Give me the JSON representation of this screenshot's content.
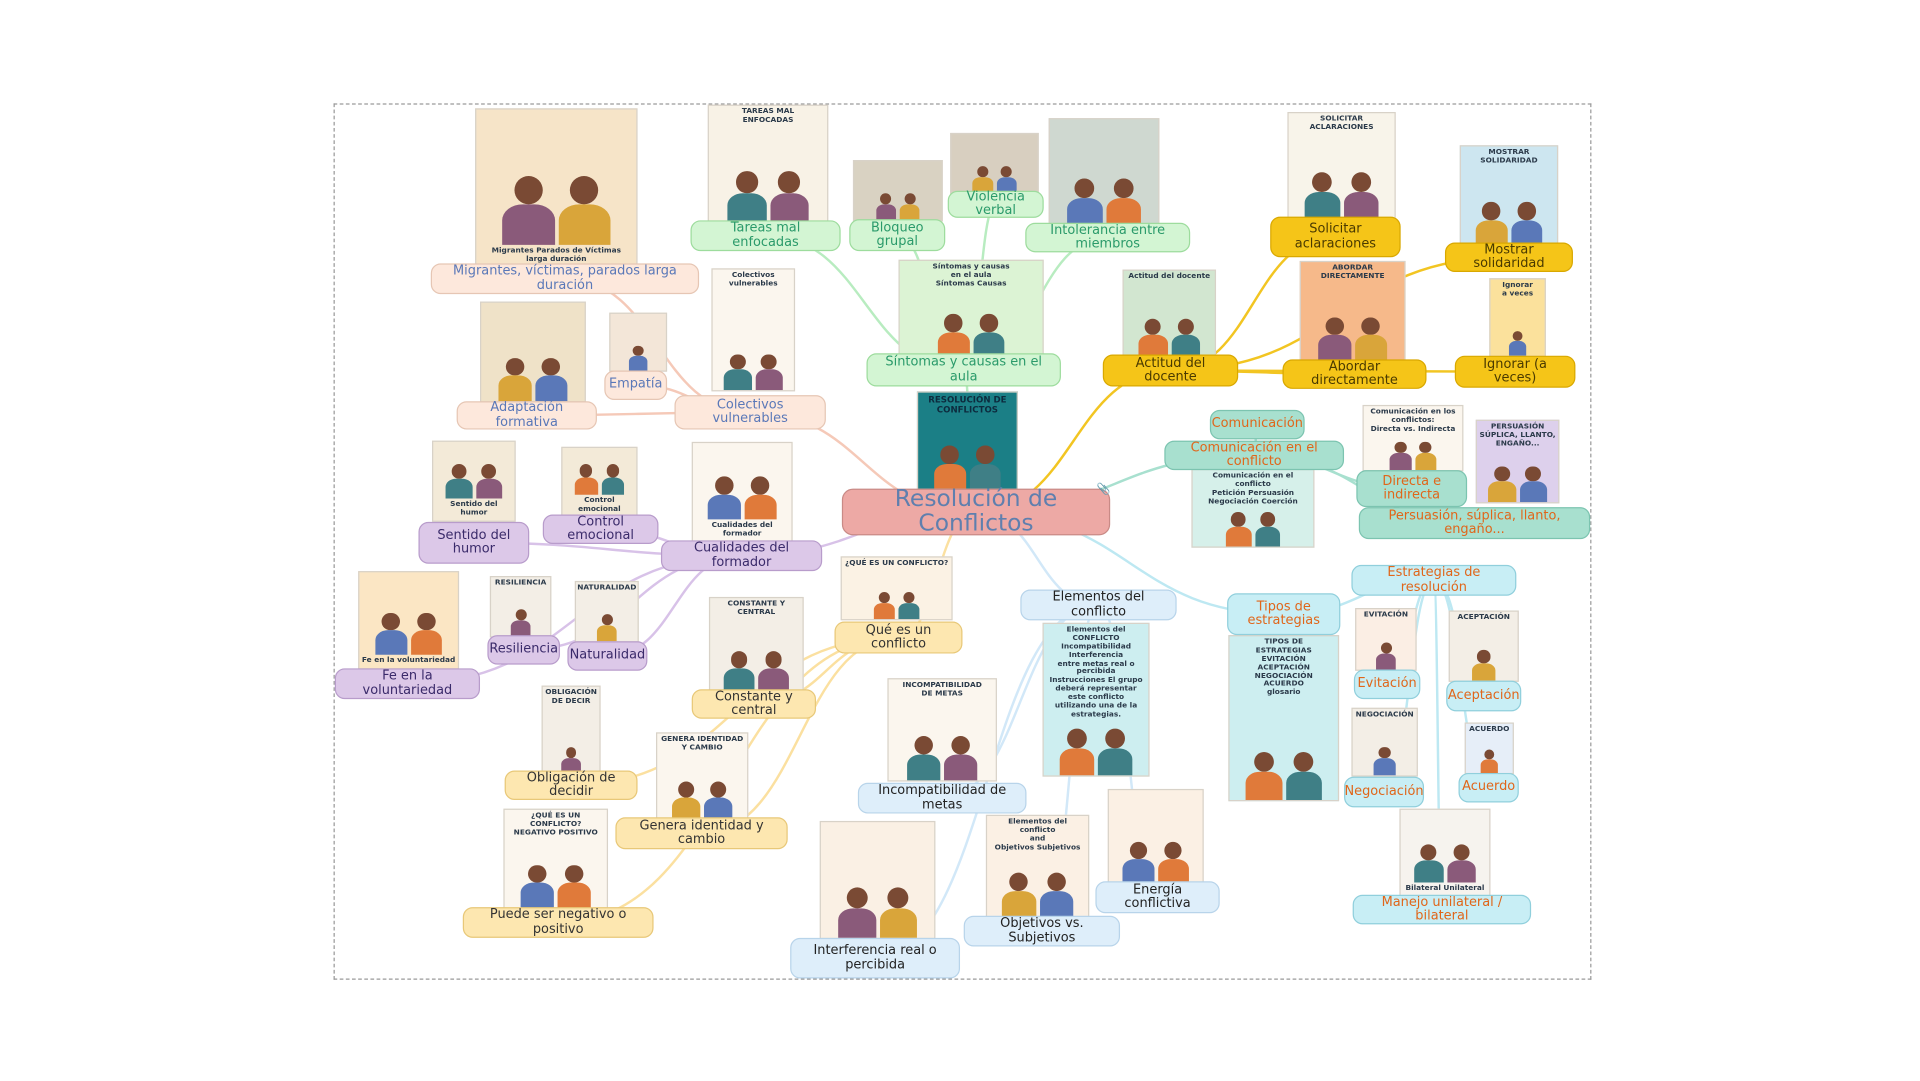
{
  "title": "Resolución de Conflictos",
  "branch_colors": {
    "pink": {
      "bg": "#fde8dc",
      "border": "#e6c6b4",
      "text": "#5a78b8",
      "line": "#f5c9b8"
    },
    "green": {
      "bg": "#d3f5d3",
      "border": "#9ddc9d",
      "text": "#2a9a6a",
      "line": "#b8ecc0"
    },
    "yellow": {
      "bg": "#f5c518",
      "border": "#d9a800",
      "text": "#4a3a00",
      "line": "#f2c522"
    },
    "teal": {
      "bg": "#a8e0cf",
      "border": "#7cc4b0",
      "text": "#e0661a",
      "line": "#a8e0cf"
    },
    "purple": {
      "bg": "#dcc8e8",
      "border": "#b89ccb",
      "text": "#3a2a6a",
      "line": "#d8c2e8"
    },
    "cream": {
      "bg": "#fde7b0",
      "border": "#e8c878",
      "text": "#333333",
      "line": "#fbe0a0"
    },
    "blue": {
      "bg": "#deeefa",
      "border": "#b8d4ea",
      "text": "#222222",
      "line": "#d2e8f8"
    },
    "cyan": {
      "bg": "#c8eef5",
      "border": "#90cfdc",
      "text": "#e0661a",
      "line": "#bde8f2"
    },
    "center": {
      "bg": "#eda9a5",
      "border": "#c98a86",
      "text": "#5f7fae",
      "line": "#f0b3ad"
    }
  },
  "nodes": {
    "center": {
      "branch": "center",
      "label": "Resolución de Conflictos",
      "image": [
        "RESOLUCIÓN DE",
        "CONFLICTOS"
      ]
    },
    "colectivos": {
      "branch": "pink",
      "label": "Colectivos vulnerables",
      "image": [
        "Colectivos",
        "vulnerables"
      ]
    },
    "migrantes": {
      "branch": "pink",
      "label": "Migrantes, víctimas, parados larga duración",
      "image": [
        "Migrantes   Parados de   Víctimas",
        "larga duración"
      ]
    },
    "adaptacion": {
      "branch": "pink",
      "label": "Adaptación formativa",
      "image": []
    },
    "empatia": {
      "branch": "pink",
      "label": "Empatía",
      "image": []
    },
    "sintomas": {
      "branch": "green",
      "label": "Síntomas y causas en el aula",
      "image": [
        "Síntomas y causas",
        "en el aula",
        "Síntomas          Causas"
      ]
    },
    "tareas": {
      "branch": "green",
      "label": "Tareas mal enfocadas",
      "image": [
        "TAREAS MAL",
        "ENFOCADAS"
      ]
    },
    "bloqueo": {
      "branch": "green",
      "label": "Bloqueo grupal",
      "image": []
    },
    "violencia": {
      "branch": "green",
      "label": "Violencia verbal",
      "image": []
    },
    "intolerancia": {
      "branch": "green",
      "label": "Intolerancia entre miembros",
      "image": []
    },
    "actitud": {
      "branch": "yellow",
      "label": "Actitud del docente",
      "image": [
        "Actitud del docente"
      ]
    },
    "solicitar": {
      "branch": "yellow",
      "label": "Solicitar aclaraciones",
      "image": [
        "SOLICITAR",
        "ACLARACIONES"
      ]
    },
    "abordar": {
      "branch": "yellow",
      "label": "Abordar directamente",
      "image": [
        "ABORDAR",
        "DIRECTAMENTE"
      ]
    },
    "mostrar": {
      "branch": "yellow",
      "label": "Mostrar solidaridad",
      "image": [
        "MOSTRAR",
        "SOLIDARIDAD"
      ]
    },
    "ignorar": {
      "branch": "yellow",
      "label": "Ignorar (a veces)",
      "image": [
        "Ignorar",
        "a veces"
      ]
    },
    "com_conflicto": {
      "branch": "teal",
      "label": "Comunicación en el conflicto",
      "image": [
        "Comunicación en el",
        "conflicto",
        "Petición  Persuasión  Negociación  Coerción"
      ]
    },
    "comunicacion": {
      "branch": "teal",
      "label": "Comunicación",
      "image": null
    },
    "directa": {
      "branch": "teal",
      "label": "Directa e indirecta",
      "image": [
        "Comunicación en los conflictos:",
        "Directa vs. Indirecta"
      ]
    },
    "persuasion": {
      "branch": "teal",
      "label": "Persuasión, súplica, llanto, engaño...",
      "image": [
        "PERSUASIÓN",
        "SÚPLICA, LLANTO, ENGAÑO..."
      ]
    },
    "cualidades": {
      "branch": "purple",
      "label": "Cualidades del formador",
      "image": [
        "Cualidades del",
        "formador"
      ]
    },
    "control": {
      "branch": "purple",
      "label": "Control emocional",
      "image": [
        "Control emocional"
      ]
    },
    "humor": {
      "branch": "purple",
      "label": "Sentido del humor",
      "image": [
        "Sentido del humor"
      ]
    },
    "resiliencia": {
      "branch": "purple",
      "label": "Resiliencia",
      "image": [
        "RESILIENCIA"
      ]
    },
    "naturalidad": {
      "branch": "purple",
      "label": "Naturalidad",
      "image": [
        "NATURALIDAD"
      ]
    },
    "fe": {
      "branch": "purple",
      "label": "Fe en la voluntariedad",
      "image": [
        "Fe en la voluntariedad"
      ]
    },
    "que_es": {
      "branch": "cream",
      "label": "Qué es un conflicto",
      "image": [
        "¿QUÉ ES UN CONFLICTO?"
      ]
    },
    "constante": {
      "branch": "cream",
      "label": "Constante y central",
      "image": [
        "CONSTANTE Y",
        "CENTRAL"
      ]
    },
    "obligacion": {
      "branch": "cream",
      "label": "Obligación de decidir",
      "image": [
        "OBLIGACIÓN",
        "DE DECIR"
      ]
    },
    "genera": {
      "branch": "cream",
      "label": "Genera identidad y cambio",
      "image": [
        "GENERA IDENTIDAD",
        "Y CAMBIO"
      ]
    },
    "puede": {
      "branch": "cream",
      "label": "Puede ser negativo o positivo",
      "image": [
        "¿QUÉ ES UN",
        "CONFLICTO?",
        "NEGATIVO   POSITIVO"
      ]
    },
    "elementos": {
      "branch": "blue",
      "label": "Elementos del conflicto",
      "image": [
        "Elementos del",
        "CONFLICTO",
        "Incompatibilidad  Interferencia",
        "entre metas   real o percibida",
        "Instrucciones El grupo deberá representar este conflicto utilizando una de la estrategias."
      ]
    },
    "incompat": {
      "branch": "blue",
      "label": "Incompatibilidad de metas",
      "image": [
        "INCOMPATIBILIDAD",
        "DE METAS"
      ]
    },
    "interferencia": {
      "branch": "blue",
      "label": "Interferencia real o percibida",
      "image": []
    },
    "objetivos": {
      "branch": "blue",
      "label": "Objetivos vs. Subjetivos",
      "image": [
        "Elementos del conflicto",
        "and",
        "Objetivos   Subjetivos"
      ]
    },
    "energia": {
      "branch": "blue",
      "label": "Energía conflictiva",
      "image": []
    },
    "tipos": {
      "branch": "cyan",
      "label": "Tipos de estrategias",
      "image": [
        "TIPOS DE",
        "ESTRATEGIAS",
        "EVITACIÓN",
        "ACEPTACIÓN",
        "NEGOCIACIÓN",
        "ACUERDO",
        "glosario"
      ]
    },
    "estrategias": {
      "branch": "cyan",
      "label": "Estrategias de resolución",
      "image": null
    },
    "evitacion": {
      "branch": "cyan",
      "label": "Evitación",
      "image": [
        "EVITACIÓN"
      ]
    },
    "aceptacion": {
      "branch": "cyan",
      "label": "Aceptación",
      "image": [
        "ACEPTACIÓN"
      ]
    },
    "negociacion": {
      "branch": "cyan",
      "label": "Negociación",
      "image": [
        "NEGOCIACIÓN"
      ]
    },
    "acuerdo": {
      "branch": "cyan",
      "label": "Acuerdo",
      "image": [
        "ACUERDO"
      ]
    },
    "manejo": {
      "branch": "cyan",
      "label": "Manejo unilateral / bilateral",
      "image": [
        "Bilateral   Unilateral"
      ]
    }
  }
}
